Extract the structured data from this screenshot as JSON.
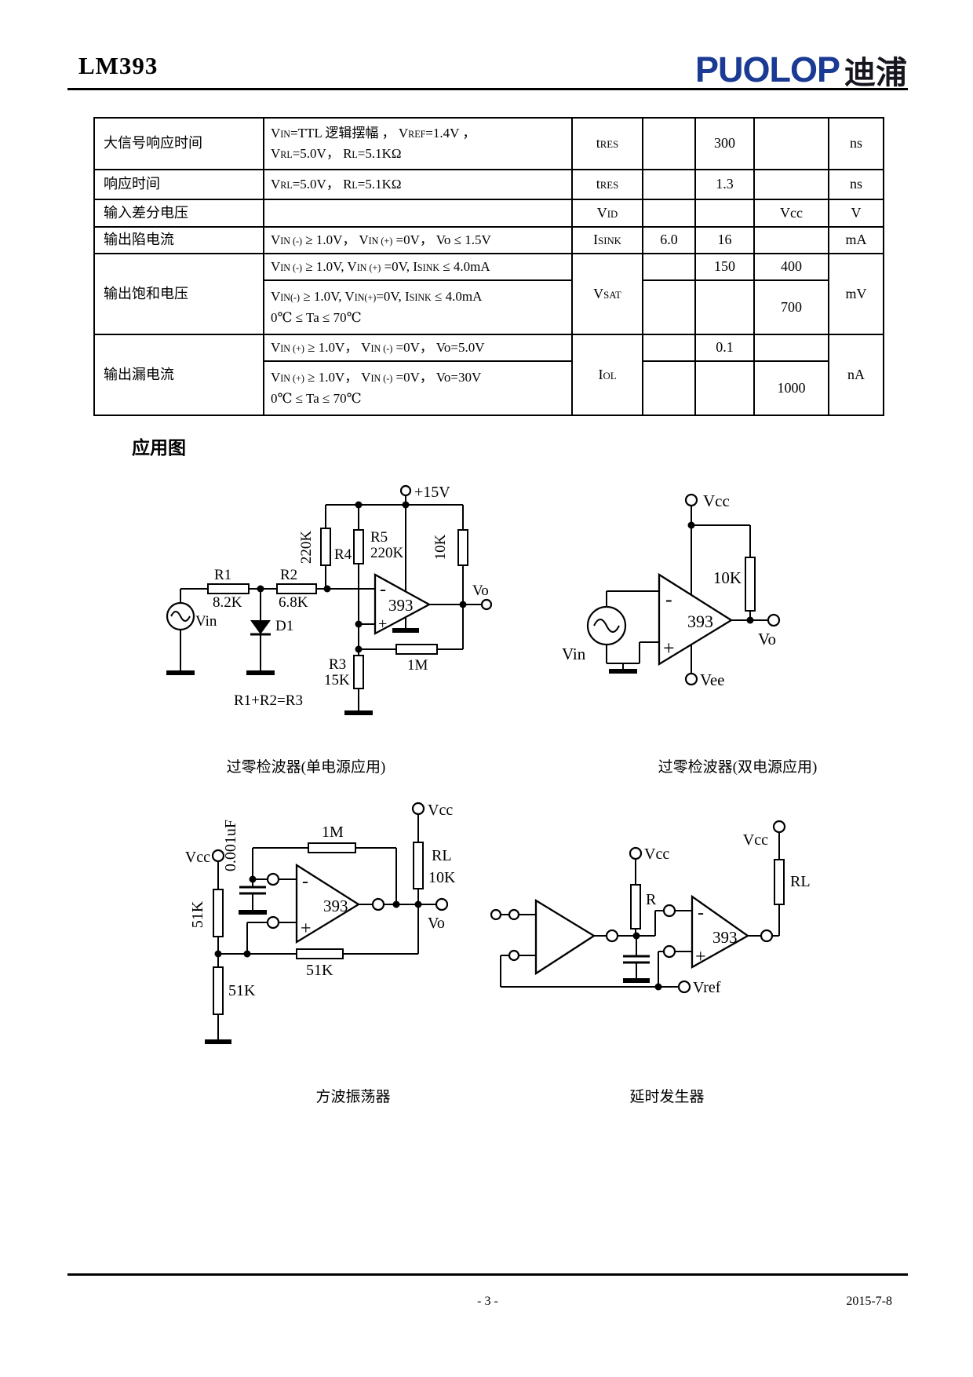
{
  "header": {
    "part": "LM393",
    "brand": "PUOLOP",
    "brand_cn": "迪浦",
    "brand_color": "#1b3a94"
  },
  "section": {
    "apps_title": "应用图"
  },
  "table": {
    "rows": [
      {
        "param": "大信号响应时间",
        "cond": "V~IN~=TTL  逻辑摆幅 ， V~REF~=1.4V ，\nV~RL~=5.0V，  R~L~=5.1KΩ",
        "sym": "t~RES~",
        "min": "",
        "typ": "300",
        "max": "",
        "unit": "ns"
      },
      {
        "param": "响应时间",
        "cond": "V~RL~=5.0V，  R~L~=5.1KΩ",
        "sym": "t~RES~",
        "min": "",
        "typ": "1.3",
        "max": "",
        "unit": "ns"
      },
      {
        "param": "输入差分电压",
        "cond": "",
        "sym": "V~ID~",
        "min": "",
        "typ": "",
        "max": "Vcc",
        "unit": "V"
      },
      {
        "param": "输出陷电流",
        "cond": "V~IN (-)~ ≥ 1.0V， V~IN (+)~ =0V， Vo ≤ 1.5V",
        "sym": "I~SINK~",
        "min": "6.0",
        "typ": "16",
        "max": "",
        "unit": "mA"
      },
      {
        "param": "输出饱和电压",
        "cond_a": "V~IN (-)~ ≥ 1.0V, V~IN (+)~ =0V, I~SINK~ ≤ 4.0mA",
        "cond_b": "V~IN(-)~ ≥ 1.0V, V~IN(+)~=0V, I~SINK~ ≤ 4.0mA\n0℃ ≤ Ta ≤ 70℃",
        "sym": "V~SAT~",
        "typ_a": "150",
        "max_a": "400",
        "max_b": "700",
        "unit": "mV"
      },
      {
        "param": "输出漏电流",
        "cond_a": "V~IN (+)~ ≥ 1.0V， V~IN (-)~ =0V， Vo=5.0V",
        "cond_b": "V~IN (+)~ ≥  1.0V， V~IN (-)~ =0V， Vo=30V\n0℃ ≤ Ta ≤ 70℃",
        "sym": "I~OL~",
        "typ_a": "0.1",
        "max_b": "1000",
        "unit": "nA"
      }
    ]
  },
  "glyphs": {
    "minus": "-",
    "plus": "+"
  },
  "circuits": {
    "c1": {
      "caption": "过零检波器(单电源应用)",
      "supply": "+15V",
      "ic": "393",
      "r1": "R1",
      "r1v": "8.2K",
      "r2": "R2",
      "r2v": "6.8K",
      "r3": "R3",
      "r3v": "15K",
      "r4": "R4",
      "r4_rot": "220K",
      "r5": "R5",
      "r5v": "220K",
      "rl_rot": "10K",
      "rf": "1M",
      "d1": "D1",
      "src": "Vin",
      "out": "Vo",
      "note": "R1+R2=R3"
    },
    "c2": {
      "caption": "过零检波器(双电源应用)",
      "vcc": "Vcc",
      "vee": "Vee",
      "rl": "10K",
      "src": "Vin",
      "out": "Vo",
      "ic": "393"
    },
    "c3": {
      "caption": "方波振荡器",
      "vcc_l": "Vcc",
      "vcc_r": "Vcc",
      "r_top_rot": "51K",
      "r_bot": "51K",
      "r_fb": "51K",
      "cap_rot": "0.001uF",
      "rf": "1M",
      "rl1": "RL",
      "rl2": "10K",
      "out": "Vo",
      "ic": "393"
    },
    "c4": {
      "caption": "延时发生器",
      "vcc_m": "Vcc",
      "vcc_r": "Vcc",
      "r": "R",
      "rl": "RL",
      "vref": "Vref",
      "ic": "393"
    }
  },
  "footer": {
    "page_num": "- 3 -",
    "date": "2015-7-8"
  }
}
